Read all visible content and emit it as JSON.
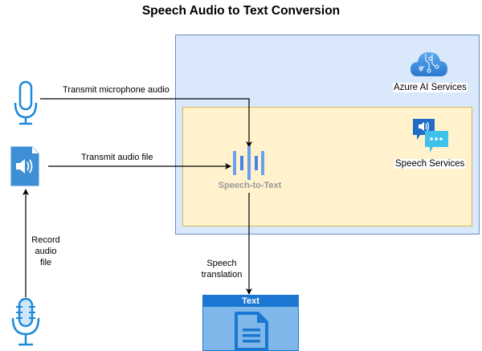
{
  "title": "Speech Audio to Text Conversion",
  "containers": {
    "azure": {
      "label": "Azure AI Services",
      "icon": "azure-ai-cloud-icon",
      "fill": "#dae8fc",
      "stroke": "#6c8ebf"
    },
    "speech": {
      "label": "Speech Services",
      "icon": "speech-services-icon",
      "fill": "#fff2cc",
      "stroke": "#d6b656"
    }
  },
  "nodes": {
    "microphone": {
      "icon": "microphone-icon"
    },
    "audio_file": {
      "icon": "audio-file-icon"
    },
    "recording_mic": {
      "icon": "recording-microphone-icon"
    },
    "speech_to_text": {
      "label": "Speech-to-Text",
      "icon": "speech-to-text-waveform-icon"
    },
    "text_output": {
      "label": "Text",
      "icon": "document-icon"
    }
  },
  "edges": {
    "mic_to_stt": "Transmit microphone audio",
    "file_to_stt": "Transmit audio file",
    "record": "Record audio file",
    "stt_to_text": "Speech translation"
  },
  "colors": {
    "icon_blue": "#1b8ad8",
    "waveform_blue": "#5b8fe8"
  }
}
